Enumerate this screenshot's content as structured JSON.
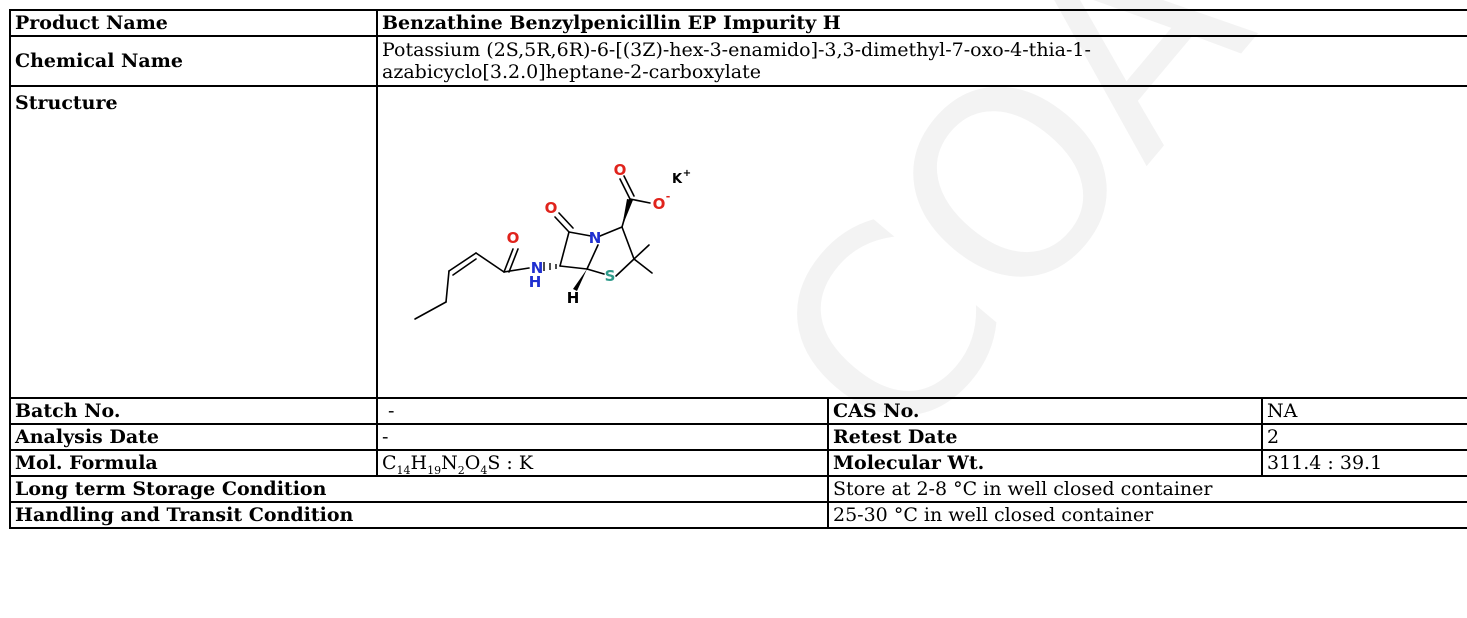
{
  "rows": {
    "product_name_label": "Product Name",
    "product_name_value": "Benzathine Benzylpenicillin EP Impurity H",
    "chemical_name_label": "Chemical Name",
    "chemical_name_line1": "Potassium (2S,5R,6R)-6-[(3Z)-hex-3-enamido]-3,3-dimethyl-7-oxo-4-thia-1-",
    "chemical_name_line2": "azabicyclo[3.2.0]heptane-2-carboxylate",
    "structure_label": "Structure",
    "batch_label": "Batch No.",
    "batch_value": "-",
    "cas_label": "CAS No.",
    "cas_value": "NA",
    "analysis_date_label": "Analysis Date",
    "analysis_date_value": "-",
    "retest_label": "Retest Date",
    "retest_value": "2",
    "formula_label": "Mol. Formula",
    "formula": {
      "c": "C",
      "c_n": "14",
      "h": "H",
      "h_n": "19",
      "n": "N",
      "n_n": "2",
      "o": "O",
      "o_n": "4",
      "tail": "S : K"
    },
    "mw_label": "Molecular Wt.",
    "mw_value": "311.4 : 39.1",
    "storage_label": "Long term Storage Condition",
    "storage_value": "Store at 2-8 °C in well closed container",
    "handling_label": "Handling and Transit Condition",
    "handling_value": "25-30 °C in well closed container"
  },
  "structure": {
    "atoms": {
      "o_amide": "O",
      "o_lactam": "O",
      "o_acid": "O",
      "o_minus": "O",
      "minus": "-",
      "n_ring": "N",
      "n_amide": "N",
      "h_amide": "H",
      "h_stereo": "H",
      "s": "S",
      "k": "K",
      "k_plus": "+"
    },
    "colors": {
      "oxygen": "#e0231c",
      "nitrogen": "#1f2fd0",
      "sulfur": "#2e9a8a",
      "bond": "#000000"
    }
  },
  "watermark": {
    "text": "COA",
    "color": "#f4f4f4"
  }
}
